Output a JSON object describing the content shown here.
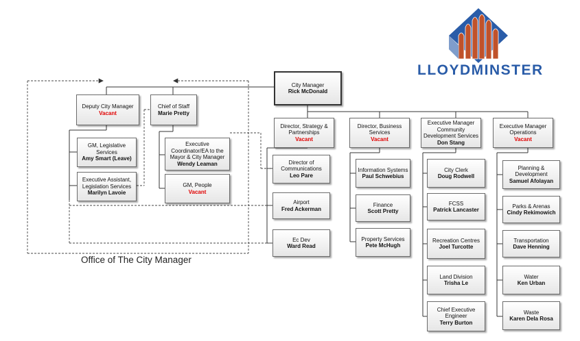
{
  "brand": {
    "name": "LLOYDMINSTER",
    "colors": {
      "blue": "#2a5ca8",
      "copper": "#c0522a",
      "vacant": "#e00000"
    }
  },
  "office_caption": "Office of The City Manager",
  "city_manager": {
    "title": "City Manager",
    "name": "Rick McDonald"
  },
  "office": {
    "deputy": {
      "title": "Deputy City Manager",
      "name": "Vacant"
    },
    "gm_legislative": {
      "title": "GM, Legislative Services",
      "name": "Amy Smart (Leave)"
    },
    "exec_assistant": {
      "title": "Executive Assistant, Legislation Services",
      "name": "Marilyn Lavoie"
    },
    "chief_of_staff": {
      "title": "Chief of Staff",
      "name": "Marie Pretty"
    },
    "exec_coordinator": {
      "title": "Executive Coordinator/EA to the Mayor & City Manager",
      "name": "Wendy Leaman"
    },
    "gm_people": {
      "title": "GM, People",
      "name": "Vacant"
    }
  },
  "strategy": {
    "director": {
      "title": "Director, Strategy & Partnerships",
      "name": "Vacant"
    },
    "communications": {
      "title": "Director of Communications",
      "name": "Leo Pare"
    },
    "airport": {
      "title": "Airport",
      "name": "Fred Ackerman"
    },
    "ec_dev": {
      "title": "Ec Dev",
      "name": "Ward Read"
    }
  },
  "business": {
    "director": {
      "title": "Director, Business Services",
      "name": "Vacant"
    },
    "items": [
      {
        "title": "Information Systems",
        "name": "Paul Schwebius"
      },
      {
        "title": "Finance",
        "name": "Scott Pretty"
      },
      {
        "title": "Property Services",
        "name": "Pete McHugh"
      }
    ]
  },
  "community": {
    "director": {
      "title": "Executive Manager Community Development Services",
      "name": "Don Stang"
    },
    "items": [
      {
        "title": "City Clerk",
        "name": "Doug Rodwell"
      },
      {
        "title": "FCSS",
        "name": "Patrick Lancaster"
      },
      {
        "title": "Recreation Centres",
        "name": "Joel Turcotte"
      },
      {
        "title": "Land Division",
        "name": "Trisha Le"
      },
      {
        "title": "Chief Executive Engineer",
        "name": "Terry Burton"
      }
    ]
  },
  "operations": {
    "director": {
      "title": "Executive Manager Operations",
      "name": "Vacant"
    },
    "items": [
      {
        "title": "Planning & Development",
        "name": "Samuel Afolayan"
      },
      {
        "title": "Parks & Arenas",
        "name": "Cindy Rekimowich"
      },
      {
        "title": "Transportation",
        "name": "Dave Henning"
      },
      {
        "title": "Water",
        "name": "Ken Urban"
      },
      {
        "title": "Waste",
        "name": "Karen Dela Rosa"
      }
    ]
  }
}
